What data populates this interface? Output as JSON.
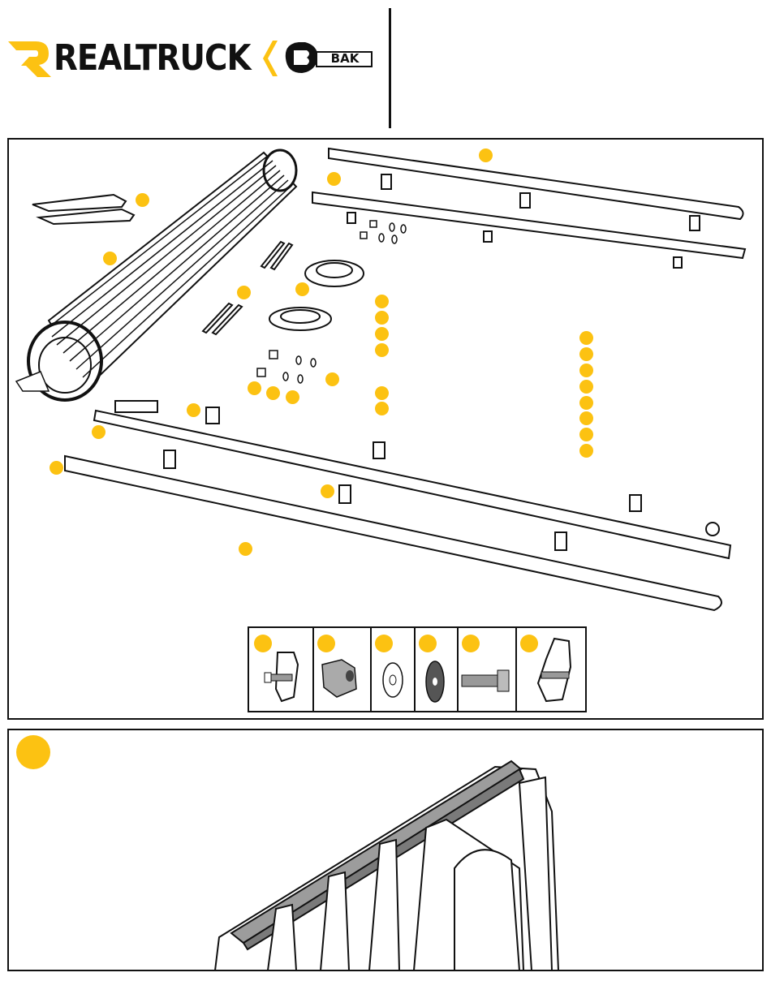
{
  "header": {
    "brand_wordmark": "REALTRUCK",
    "partner_logo_text": "BAK",
    "colors": {
      "accent": "#fcc212",
      "ink": "#111111"
    }
  },
  "parts_panel": {
    "rolled_cover_icon": "rolled-tonneau-cover",
    "hardware_icons": [
      "clamp",
      "spacer",
      "flat-washer",
      "fender-washer",
      "bolt",
      "clamp"
    ]
  },
  "step_panel": {
    "illustration_icon": "truck-bed-rail-installation"
  }
}
